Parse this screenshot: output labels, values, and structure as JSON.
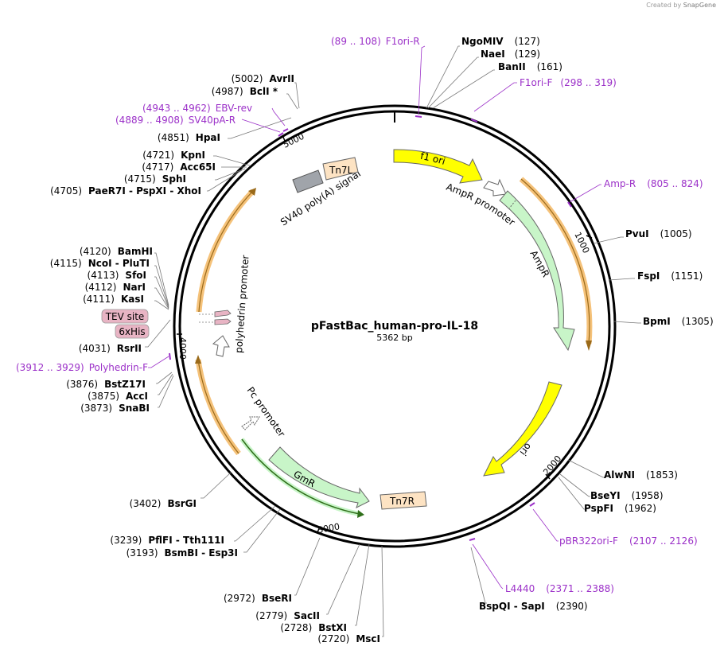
{
  "credit": {
    "prefix": "Created by",
    "brand": "SnapGene"
  },
  "plasmid": {
    "name": "pFastBac_human-pro-IL-18",
    "length": "5362 bp"
  },
  "ticks": [
    "1000",
    "2000",
    "3000",
    "4000",
    "5000"
  ],
  "colors": {
    "yellow": "#ffff00",
    "green": "#c8f5c8",
    "orange": "#f5c27a",
    "primer": "#9b30c8",
    "gray": "#a0a4aa",
    "peach": "#fde3c3",
    "pink": "#e8b4c4"
  },
  "features": [
    {
      "id": "f1ori",
      "label": "f1 ori"
    },
    {
      "id": "ampr-promoter",
      "label": "AmpR promoter"
    },
    {
      "id": "ampr",
      "label": "AmpR"
    },
    {
      "id": "ori",
      "label": "ori"
    },
    {
      "id": "tn7r",
      "label": "Tn7R"
    },
    {
      "id": "gmr",
      "label": "GmR"
    },
    {
      "id": "pc-promoter",
      "label": "Pc promoter"
    },
    {
      "id": "polyhedrin-promoter",
      "label": "polyhedrin promoter"
    },
    {
      "id": "sv40",
      "label": "SV40 poly(A) signal"
    },
    {
      "id": "tn7l",
      "label": "Tn7L"
    }
  ],
  "boxed_features": [
    {
      "id": "tev",
      "label": "TEV site"
    },
    {
      "id": "his",
      "label": "6xHis"
    }
  ],
  "site_labels": [
    {
      "id": "ngomiv",
      "name": "NgoMIV",
      "pos": "(127)"
    },
    {
      "id": "naei",
      "name": "NaeI",
      "pos": "(129)"
    },
    {
      "id": "banii",
      "name": "BanII",
      "pos": "(161)"
    },
    {
      "id": "pvui",
      "name": "PvuI",
      "pos": "(1005)"
    },
    {
      "id": "fspi",
      "name": "FspI",
      "pos": "(1151)"
    },
    {
      "id": "bpmi",
      "name": "BpmI",
      "pos": "(1305)"
    },
    {
      "id": "alwni",
      "name": "AlwNI",
      "pos": "(1853)"
    },
    {
      "id": "bseyi",
      "name": "BseYI",
      "pos": "(1958)"
    },
    {
      "id": "pspfi",
      "name": "PspFI",
      "pos": "(1962)"
    },
    {
      "id": "bspqi",
      "name": "BspQI  - SapI",
      "pos": "(2390)"
    },
    {
      "id": "avrii",
      "name": "AvrII",
      "pos": "(5002)"
    },
    {
      "id": "bcli",
      "name": "BclI *",
      "pos": "(4987)"
    },
    {
      "id": "hpai",
      "name": "HpaI",
      "pos": "(4851)"
    },
    {
      "id": "kpni",
      "name": "KpnI",
      "pos": "(4721)"
    },
    {
      "id": "acc65i",
      "name": "Acc65I",
      "pos": "(4717)"
    },
    {
      "id": "sphi",
      "name": "SphI",
      "pos": "(4715)"
    },
    {
      "id": "paer7i",
      "name": "PaeR7I  - PspXI  - XhoI",
      "pos": "(4705)"
    },
    {
      "id": "bamhi",
      "name": "BamHI",
      "pos": "(4120)"
    },
    {
      "id": "ncoi",
      "name": "NcoI  - PluTI",
      "pos": "(4115)"
    },
    {
      "id": "sfoi",
      "name": "SfoI",
      "pos": "(4113)"
    },
    {
      "id": "nari",
      "name": "NarI",
      "pos": "(4112)"
    },
    {
      "id": "kasi",
      "name": "KasI",
      "pos": "(4111)"
    },
    {
      "id": "rsrii",
      "name": "RsrII",
      "pos": "(4031)"
    },
    {
      "id": "bstz17i",
      "name": "BstZ17I",
      "pos": "(3876)"
    },
    {
      "id": "acci",
      "name": "AccI",
      "pos": "(3875)"
    },
    {
      "id": "snabi",
      "name": "SnaBI",
      "pos": "(3873)"
    },
    {
      "id": "bsrgi",
      "name": "BsrGI",
      "pos": "(3402)"
    },
    {
      "id": "pflfi",
      "name": "PflFI  - Tth111I",
      "pos": "(3239)"
    },
    {
      "id": "bsmbi",
      "name": "BsmBI  - Esp3I",
      "pos": "(3193)"
    },
    {
      "id": "bseri",
      "name": "BseRI",
      "pos": "(2972)"
    },
    {
      "id": "sacii",
      "name": "SacII",
      "pos": "(2779)"
    },
    {
      "id": "bstxi",
      "name": "BstXI",
      "pos": "(2728)"
    },
    {
      "id": "msci",
      "name": "MscI",
      "pos": "(2720)"
    }
  ],
  "primer_labels": [
    {
      "id": "f1ori-r",
      "name": "F1ori-R",
      "range": "(89 .. 108)"
    },
    {
      "id": "f1ori-f",
      "name": "F1ori-F",
      "range": "(298 .. 319)"
    },
    {
      "id": "amp-r",
      "name": "Amp-R",
      "range": "(805 .. 824)"
    },
    {
      "id": "pbr322ori-f",
      "name": "pBR322ori-F",
      "range": "(2107 .. 2126)"
    },
    {
      "id": "l4440",
      "name": "L4440",
      "range": "(2371 .. 2388)"
    },
    {
      "id": "ebv-rev",
      "name": "EBV-rev",
      "range": "(4943 .. 4962)"
    },
    {
      "id": "sv40pa-r",
      "name": "SV40pA-R",
      "range": "(4889 .. 4908)"
    },
    {
      "id": "polyhedrin-f",
      "name": "Polyhedrin-F",
      "range": "(3912 .. 3929)"
    }
  ]
}
